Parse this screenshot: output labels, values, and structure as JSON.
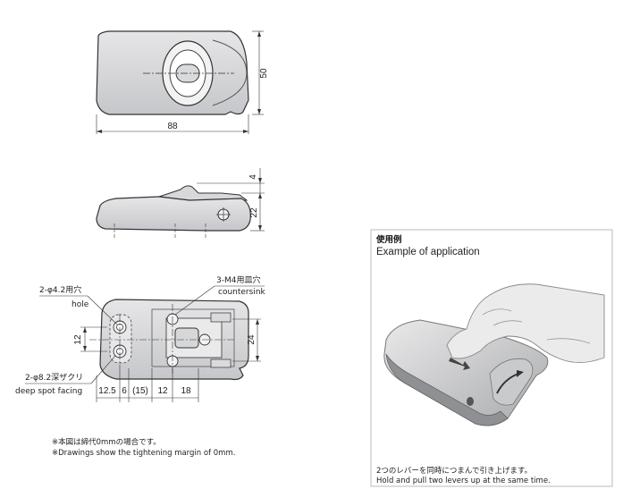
{
  "top_view": {
    "height_dim": "50",
    "width_dim": "88"
  },
  "side_view": {
    "top_dim": "4",
    "height_dim": "22"
  },
  "bottom_view": {
    "hole_jp": "2-φ4.2用穴",
    "hole_en": "hole",
    "spot_jp": "2-φ8.2深ザクリ",
    "spot_en": "deep spot facing",
    "sink_jp": "3-M4用皿穴",
    "sink_en": "countersink",
    "dim_left": "12",
    "dim_right": "24",
    "dims_bottom": [
      "12.5",
      "6",
      "(15)",
      "12",
      "18"
    ]
  },
  "notes": {
    "jp": "※本図は締代0mmの場合です。",
    "en": "※Drawings show the tightening margin of 0mm."
  },
  "application": {
    "title_jp": "使用例",
    "title_en": "Example of application",
    "caption_jp": "2つのレバーを同時につまんで引き上げます。",
    "caption_en": "Hold and pull two levers up at the same time."
  }
}
